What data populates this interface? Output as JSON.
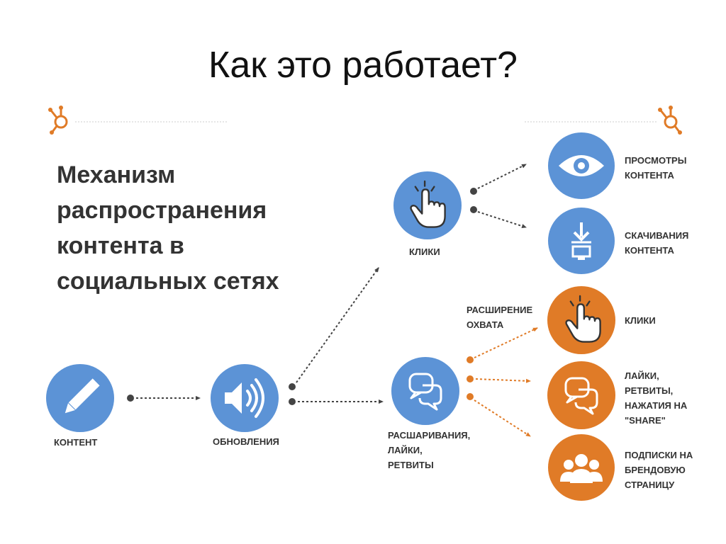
{
  "title": "Как это работает?",
  "heading": [
    "Механизм",
    "распространения",
    "контента в",
    "социальных сетях"
  ],
  "colors": {
    "blue": "#5c93d6",
    "orange": "#e07b27",
    "text": "#333333"
  },
  "nodes": {
    "content": {
      "label": "КОНТЕНТ",
      "icon": "pencil-icon"
    },
    "updates": {
      "label": "ОБНОВЛЕНИЯ",
      "icon": "speaker-icon"
    },
    "clicks": {
      "label": "КЛИКИ",
      "icon": "hand-pointer-icon"
    },
    "shares": {
      "label": [
        "РАСШАРИВАНИЯ,",
        "ЛАЙКИ,",
        "РЕТВИТЫ"
      ],
      "icon": "chat-bubbles-icon"
    },
    "reach": {
      "label": [
        "РАСШИРЕНИЕ",
        "ОХВАТА"
      ]
    }
  },
  "outcomes": [
    {
      "label": [
        "ПРОСМОТРЫ",
        "КОНТЕНТА"
      ],
      "icon": "eye-icon",
      "color": "blue"
    },
    {
      "label": [
        "СКАЧИВАНИЯ",
        "КОНТЕНТА"
      ],
      "icon": "download-icon",
      "color": "blue"
    },
    {
      "label": [
        "КЛИКИ"
      ],
      "icon": "hand-pointer-icon",
      "color": "orange"
    },
    {
      "label": [
        "ЛАЙКИ,",
        "РЕТВИТЫ,",
        "НАЖАТИЯ НА",
        "\"SHARE\""
      ],
      "icon": "chat-bubbles-icon",
      "color": "orange"
    },
    {
      "label": [
        "ПОДПИСКИ НА",
        "БРЕНДОВУЮ",
        "СТРАНИЦУ"
      ],
      "icon": "people-icon",
      "color": "orange"
    }
  ]
}
